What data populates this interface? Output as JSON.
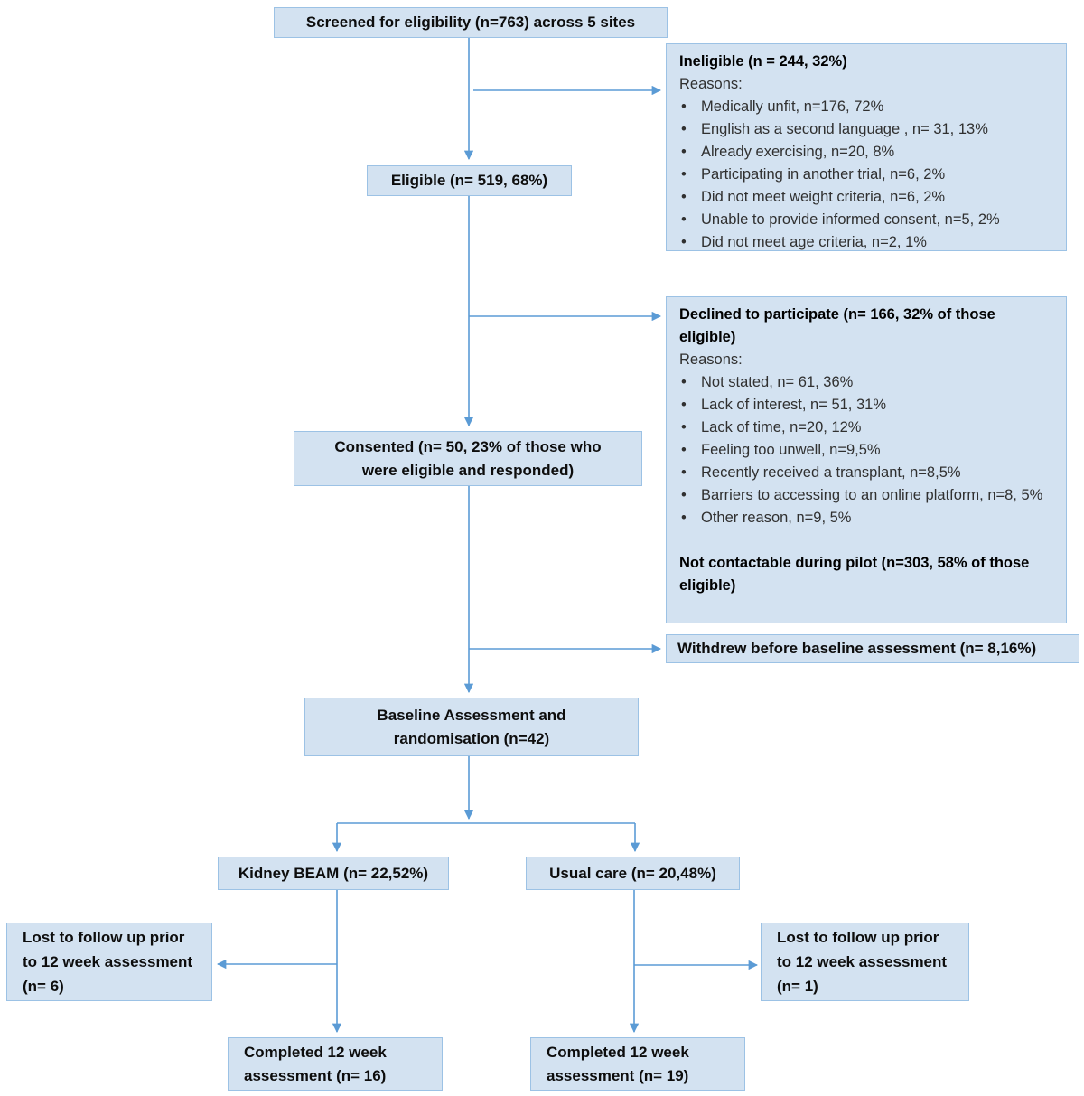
{
  "colors": {
    "box_fill": "#d3e2f1",
    "box_border": "#9cc2e5",
    "arrow": "#5b9bd5",
    "text": "#1a1a1a"
  },
  "flow": {
    "screened": {
      "label": "Screened for eligibility (n=763) across 5 sites"
    },
    "ineligible": {
      "title": "Ineligible (n = 244, 32%)",
      "reasons_label": "Reasons:",
      "reasons": [
        "Medically unfit, n=176, 72%",
        "English as a second language , n= 31, 13%",
        "Already exercising, n=20, 8%",
        "Participating in another trial, n=6, 2%",
        "Did not meet weight criteria, n=6, 2%",
        "Unable to provide informed consent, n=5, 2%",
        "Did not meet age criteria, n=2, 1%"
      ]
    },
    "eligible": {
      "label": "Eligible (n= 519, 68%)"
    },
    "declined": {
      "title": "Declined to participate (n= 166, 32% of those eligible)",
      "reasons_label": "Reasons:",
      "reasons": [
        "Not stated, n= 61, 36%",
        "Lack of interest, n= 51, 31%",
        "Lack of time, n=20, 12%",
        "Feeling too unwell, n=9,5%",
        "Recently received a transplant, n=8,5%",
        "Barriers to accessing to an online platform, n=8, 5%",
        "Other reason, n=9, 5%"
      ],
      "note": "Not contactable during pilot (n=303, 58% of those eligible)"
    },
    "consented": {
      "lines": [
        "Consented (n= 50, 23% of those who",
        "were eligible and responded)"
      ]
    },
    "withdrew": {
      "label": "Withdrew before baseline assessment (n= 8,16%)"
    },
    "baseline": {
      "lines": [
        "Baseline Assessment and",
        "randomisation  (n=42)"
      ]
    },
    "kidney_beam": {
      "label": "Kidney BEAM (n= 22,52%)"
    },
    "usual_care": {
      "label": "Usual care (n= 20,48%)"
    },
    "lost_left": {
      "lines": [
        "Lost to follow up  prior",
        "to 12 week assessment",
        "(n= 6)"
      ]
    },
    "lost_right": {
      "lines": [
        "Lost to follow up  prior",
        "to 12 week assessment",
        "(n= 1)"
      ]
    },
    "completed_left": {
      "lines": [
        "Completed 12 week",
        "assessment  (n= 16)"
      ]
    },
    "completed_right": {
      "lines": [
        "Completed 12 week",
        "assessment  (n= 19)"
      ]
    }
  }
}
